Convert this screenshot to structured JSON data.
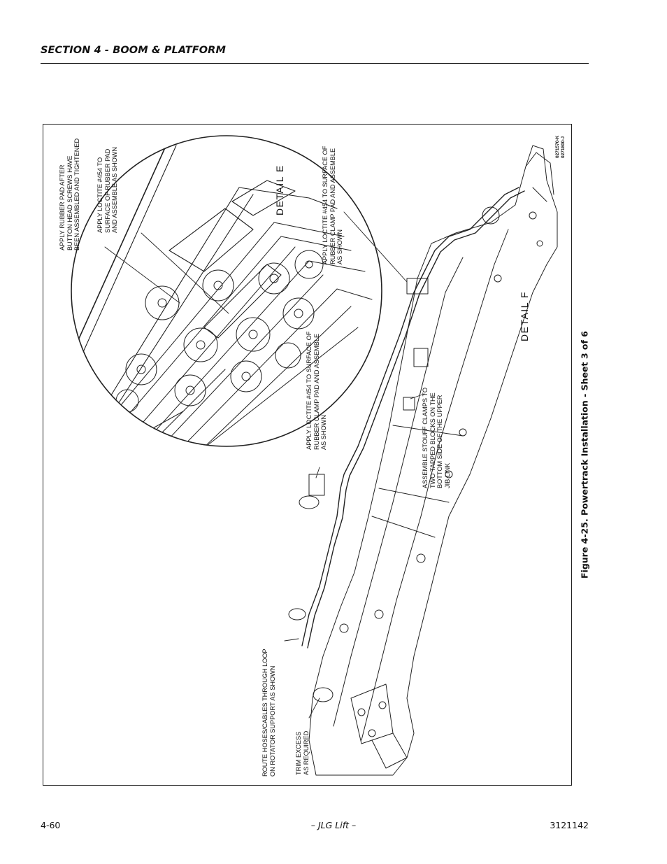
{
  "header": {
    "section_title": "SECTION 4 - BOOM & PLATFORM"
  },
  "figure": {
    "caption": "Figure 4-25.  Powertrack Installation - Sheet 3 of 6",
    "detail_e": "DETAIL    E",
    "detail_f": "DETAIL    F",
    "drawing_numbers": [
      "0271570-K",
      "0271800-J"
    ],
    "notes": {
      "rubber_pad": [
        "APPLY RUBBER PAD AFTER",
        "BUTTON HEAD SCREWS HAVE",
        "BEEN ASSEMBLED AND TIGHTENED"
      ],
      "loctite_pad": [
        "APPLY LOCTITE #454 TO",
        "SURFACE OF RUBBER PAD",
        "AND ASSEMBLE AS SHOWN"
      ],
      "loctite_clamp_upper": [
        "APPLY LOCTITE #454 TO SURFACE OF",
        "RUBBER CLAMP PAD AND ASSEMBLE",
        "AS SHOWN"
      ],
      "loctite_clamp_middle": [
        "APPLY LOCTITE #454 TO SURFACE OF",
        "RUBBER CLAMP PAD AND ASSEMBLE",
        "AS SHOWN"
      ],
      "stouff_clamps": [
        "ASSEMBLE STOUFF CLAMPS TO",
        "TWO TAPPED BLOCKS ON THE",
        "BOTTOM SIDE OF THE UPPER",
        "JIB LINK"
      ],
      "route_hoses": [
        "ROUTE HOSES/CABLES THROUGH LOOP",
        "ON ROTATOR SUPPORT AS SHOWN"
      ],
      "trim_excess": [
        "TRIM EXCESS",
        "AS REQUIRED"
      ]
    }
  },
  "footer": {
    "page_number": "4-60",
    "center": "– JLG Lift –",
    "doc_number": "3121142"
  }
}
